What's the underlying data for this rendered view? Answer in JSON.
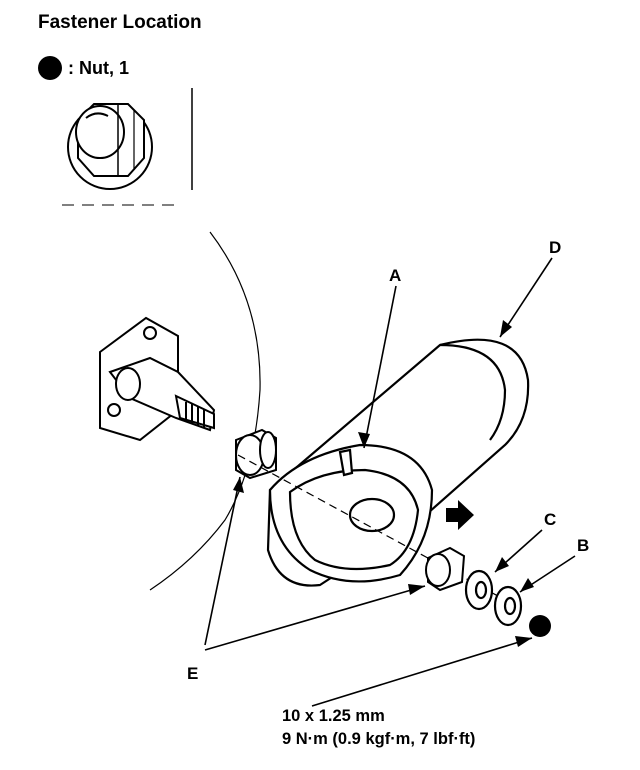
{
  "header": {
    "title": "Fastener Location"
  },
  "legend": {
    "label": ": Nut, 1",
    "icon": "black-dot-icon"
  },
  "callouts": {
    "A": "A",
    "B": "B",
    "C": "C",
    "D": "D",
    "E": "E"
  },
  "spec": {
    "size": "10 x 1.25 mm",
    "torque": "9 N·m (0.9 kgf·m, 7 lbf·ft)"
  },
  "colors": {
    "ink": "#000000",
    "paper": "#ffffff"
  }
}
